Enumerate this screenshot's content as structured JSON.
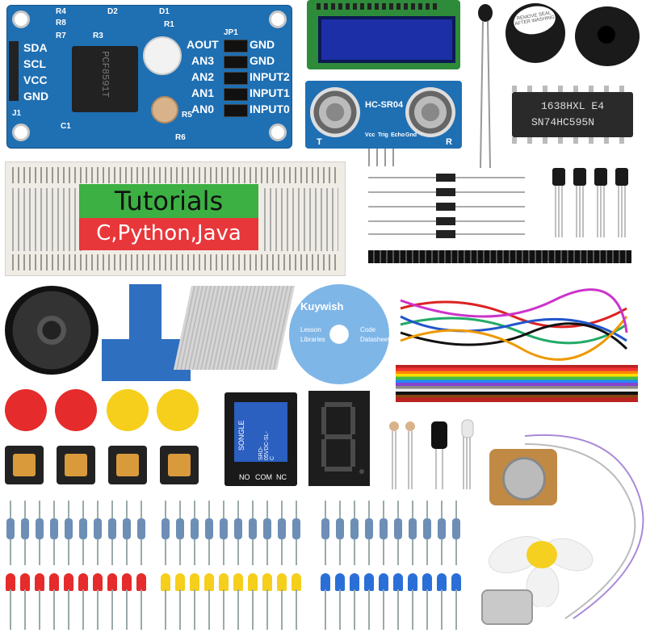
{
  "pcf_board": {
    "chip_label": "PCF8591T",
    "left_pins": [
      "SDA",
      "SCL",
      "VCC",
      "GND"
    ],
    "header_label": "J1",
    "jumper_header_label": "JP1",
    "analog_labels": [
      "AOUT",
      "AN3",
      "AN2",
      "AN1",
      "AN0"
    ],
    "right_labels": [
      "GND",
      "GND",
      "INPUT2",
      "INPUT1",
      "INPUT0"
    ],
    "parts": [
      "R4",
      "D2",
      "D1",
      "R8",
      "R7",
      "R3",
      "R1",
      "R5",
      "R6",
      "C1"
    ]
  },
  "ultrasonic": {
    "label": "HC-SR04",
    "pins": [
      "Vcc",
      "Trig",
      "Echo",
      "Gnd"
    ],
    "left_mark": "T",
    "right_mark": "R"
  },
  "shift_register": {
    "line1": "1638HXL E4",
    "line2": "SN74HC595N"
  },
  "buzzer_sticker": "REMOVE SEAL AFTER WASHING",
  "tutorials": {
    "title": "Tutorials",
    "subtitle": "C,Python,Java"
  },
  "cd": {
    "brand": "Kuywish",
    "items": [
      "Lesson",
      "Code",
      "Libraries",
      "Datasheet"
    ]
  },
  "relay": {
    "labels": [
      "SONGLE",
      "SRD-05VDC-SL-C"
    ],
    "terminals": [
      "NC",
      "COM",
      "NO"
    ]
  },
  "colors": {
    "board_blue": "#1f6fb3",
    "breadboard": "#efece6",
    "tutorial_green": "#3cb043",
    "tutorial_red": "#e8373b",
    "button_red": "#e52b2b",
    "button_yellow": "#f5cf1b"
  }
}
